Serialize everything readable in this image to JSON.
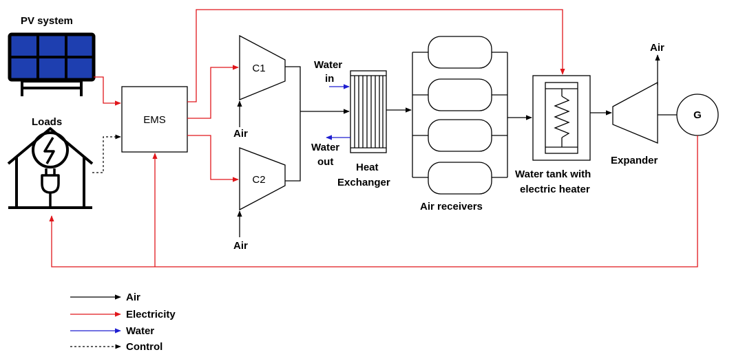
{
  "labels": {
    "pv_system": "PV system",
    "loads": "Loads",
    "ems": "EMS",
    "c1": "C1",
    "c2": "C2",
    "air_c1": "Air",
    "air_c2": "Air",
    "water_in_1": "Water",
    "water_in_2": "in",
    "water_out_1": "Water",
    "water_out_2": "out",
    "heat_exchanger_1": "Heat",
    "heat_exchanger_2": "Exchanger",
    "air_receivers": "Air receivers",
    "water_tank_1": "Water tank with",
    "water_tank_2": "electric heater",
    "expander": "Expander",
    "air_out": "Air",
    "generator": "G"
  },
  "legend": [
    {
      "label": "Air",
      "color": "#000000",
      "style": "solid"
    },
    {
      "label": "Electricity",
      "color": "#e0161b",
      "style": "solid"
    },
    {
      "label": "Water",
      "color": "#1f1fd0",
      "style": "solid"
    },
    {
      "label": "Control",
      "color": "#000000",
      "style": "dashed"
    }
  ],
  "colors": {
    "air": "#000000",
    "electricity": "#e0161b",
    "water": "#1f1fd0",
    "pv_panel": "#1e3fb0"
  }
}
